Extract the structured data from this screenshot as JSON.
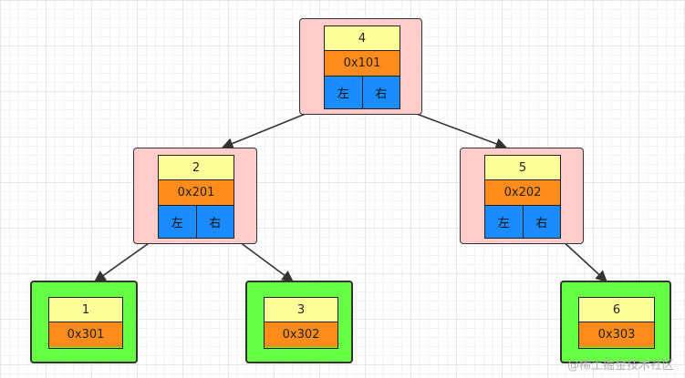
{
  "nodes": {
    "n4": {
      "value": "4",
      "address": "0x101",
      "left": "左",
      "right": "右"
    },
    "n2": {
      "value": "2",
      "address": "0x201",
      "left": "左",
      "right": "右"
    },
    "n5": {
      "value": "5",
      "address": "0x202",
      "left": "左",
      "right": "右"
    },
    "n1": {
      "value": "1",
      "address": "0x301"
    },
    "n3": {
      "value": "3",
      "address": "0x302"
    },
    "n6": {
      "value": "6",
      "address": "0x303"
    }
  },
  "edges": [
    {
      "from": "4",
      "to": "2"
    },
    {
      "from": "4",
      "to": "5"
    },
    {
      "from": "2",
      "to": "1"
    },
    {
      "from": "2",
      "to": "3"
    },
    {
      "from": "5",
      "to": "6"
    }
  ],
  "watermark": "@稀土掘金技术社区",
  "colors": {
    "internal_node": "#ffcccc",
    "leaf_node": "#66ff44",
    "value_cell": "#ffff99",
    "address_cell": "#ff8c1a",
    "pointer_cell": "#1a8cff"
  }
}
